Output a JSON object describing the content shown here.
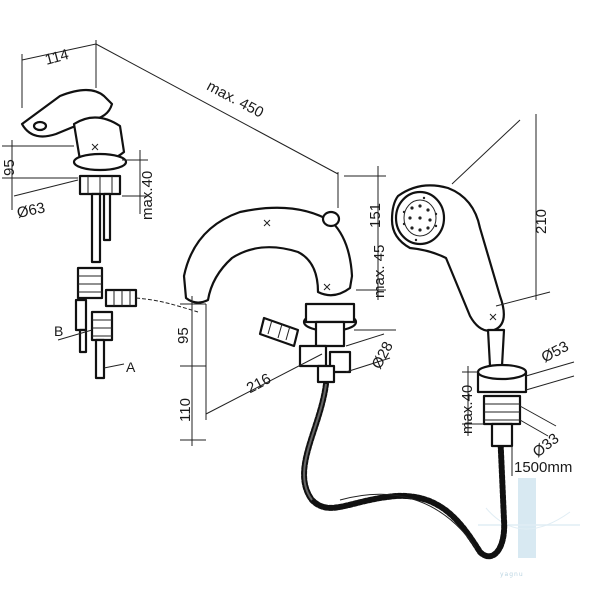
{
  "dimensions": {
    "d114": "114",
    "max450": "max. 450",
    "d95a": "95",
    "d63": "Ø63",
    "max40a": "max.40",
    "d151": "151",
    "max45": "max. 45",
    "d210": "210",
    "d95b": "95",
    "d216": "216",
    "d28": "Ø28",
    "d110": "110",
    "d53": "Ø53",
    "max40b": "max.40",
    "d33": "Ø33",
    "hose": "1500mm"
  },
  "labels": {
    "a": "A",
    "b": "B"
  },
  "watermark": "yagnu"
}
